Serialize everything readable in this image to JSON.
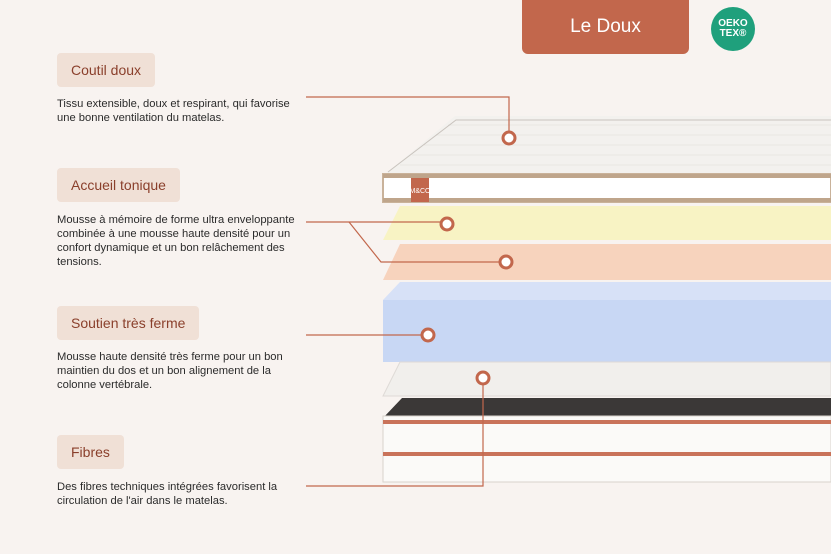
{
  "product_tab": {
    "title": "Le Doux"
  },
  "certification": {
    "line1": "OEKO",
    "line2": "TEX®"
  },
  "brand_tag": {
    "text": "M&CO"
  },
  "layers": [
    {
      "title": "Coutil doux",
      "description": "Tissu extensible, doux et respirant, qui favorise une bonne ventilation du matelas."
    },
    {
      "title": "Accueil tonique",
      "description": "Mousse à mémoire de forme ultra enveloppante combinée à une mousse haute densité pour un confort dynamique et un bon relâchement des tensions."
    },
    {
      "title": "Soutien très ferme",
      "description": "Mousse haute densité très ferme pour un bon maintien du dos et un bon alignement de la colonne vertébrale."
    },
    {
      "title": "Fibres",
      "description": "Des fibres techniques intégrées favorisent la circulation de l'air dans le matelas."
    }
  ],
  "colors": {
    "accent": "#c2674c",
    "label_bg": "#f0e0d6",
    "oeko_green": "#1fa07c",
    "memory_foam": "#f8f3c4",
    "hd_foam": "#f7d3bd",
    "support_foam": "#c8d7f4"
  }
}
